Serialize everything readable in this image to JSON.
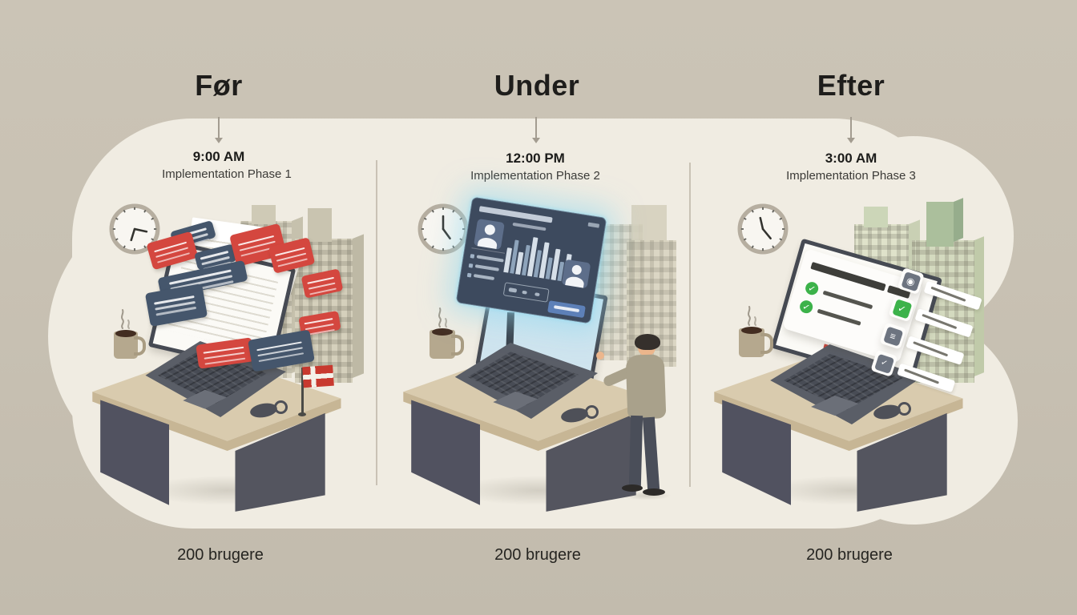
{
  "columns": [
    {
      "header": "Før",
      "time": "9:00 AM",
      "phase": "Implementation Phase 1",
      "users": "200 brugere"
    },
    {
      "header": "Under",
      "time": "12:00 PM",
      "phase": "Implementation Phase 2",
      "users": "200 brugere"
    },
    {
      "header": "Efter",
      "time": "3:00 AM",
      "phase": "Implementation Phase 3",
      "users": "200 brugere"
    }
  ],
  "icons": {
    "check": "✓"
  },
  "colors": {
    "background": "#c8c1b3",
    "panel": "#f0ece2",
    "alert_red": "#d4473f",
    "alert_slate": "#45566c",
    "glow_cyan": "#9fdcf2",
    "dashboard_navy": "#3d4a5e",
    "success_green": "#3cb24a",
    "desk_tan": "#d9cbae",
    "dark_gray": "#53545e",
    "flag_red": "#c8392f"
  },
  "during_dashboard": {
    "bars": [
      55,
      75,
      50,
      68,
      88,
      60,
      80,
      48,
      70,
      42,
      62,
      38
    ]
  }
}
